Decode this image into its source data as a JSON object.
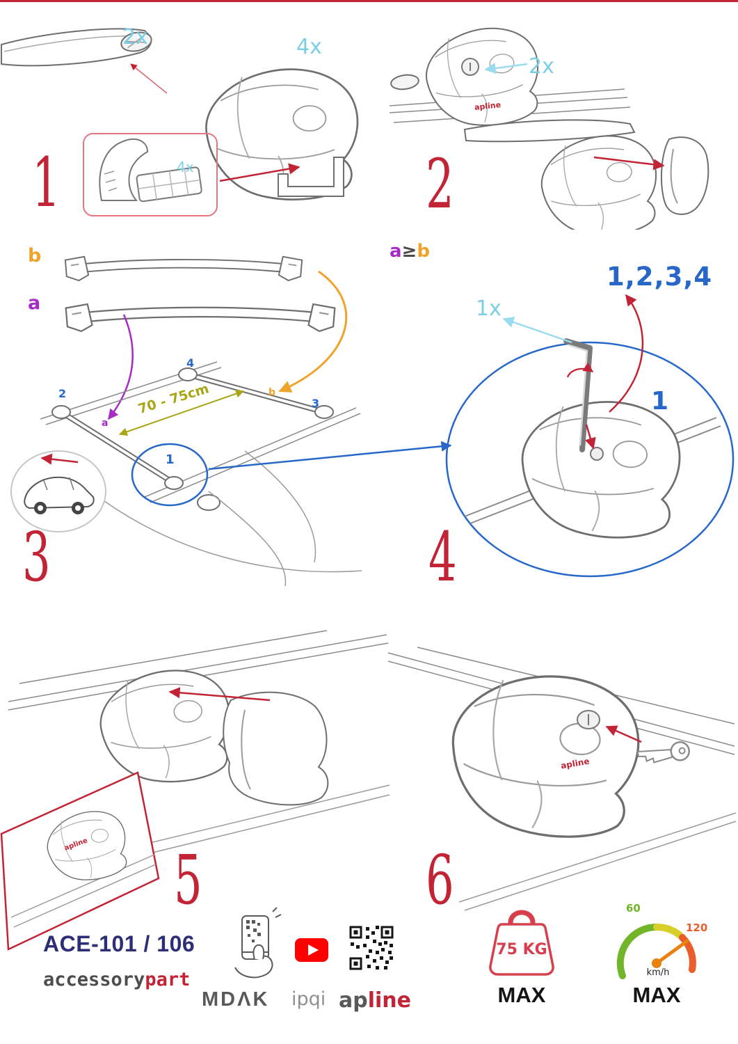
{
  "steps": {
    "s1": {
      "num": "1",
      "bar_qty": "2x",
      "foot_qty": "4x",
      "pad_qty": "4x"
    },
    "s2": {
      "num": "2",
      "lock_qty": "2x"
    },
    "s3": {
      "num": "3",
      "label_b": "b",
      "label_a": "a",
      "pos1": "1",
      "pos2": "2",
      "pos3": "3",
      "pos4": "4",
      "mark_a": "a",
      "mark_b": "b",
      "distance": "70 - 75cm"
    },
    "s4": {
      "num": "4",
      "cond_a": "a",
      "cond_op": "≥",
      "cond_b": "b",
      "sequence": "1,2,3,4",
      "tool_qty": "1x",
      "pos_ref": "1"
    },
    "s5": {
      "num": "5"
    },
    "s6": {
      "num": "6"
    }
  },
  "brand_mark": "apline",
  "footer": {
    "product_code": "ACE-101 / 106",
    "brand_part1": "accessory",
    "brand_part2": "part",
    "mdak": "MDΛK",
    "ipqi": "ipqi",
    "apline_part1": "ap",
    "apline_part2": "line",
    "weight_value": "75 KG",
    "weight_max": "MAX",
    "speed_low": "60",
    "speed_high": "120",
    "speed_unit": "km/h",
    "speed_max": "MAX"
  },
  "colors": {
    "step_red": "#c22335",
    "cyan": "#7ccfe3",
    "orange": "#f0a32a",
    "purple": "#a62cc4",
    "blue": "#2667c9",
    "olive": "#a8a616",
    "navy": "#2e2e78",
    "youtube_red": "#ff0000",
    "gauge_green": "#72b52b",
    "gauge_red": "#e85d2a",
    "needle_orange": "#e8820c",
    "weight_red": "#d6404d"
  }
}
